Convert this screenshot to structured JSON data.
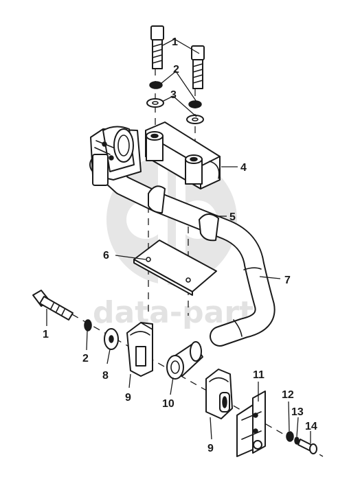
{
  "watermark": {
    "text": "data-parts",
    "color": "#e2e2e2"
  },
  "callouts": {
    "c1_top": "1",
    "c2_top": "2",
    "c3_top": "3",
    "c4": "4",
    "c5": "5",
    "c6": "6",
    "c7": "7",
    "c1_bottom": "1",
    "c2_bottom": "2",
    "c8": "8",
    "c9_left": "9",
    "c10": "10",
    "c9_right": "9",
    "c11": "11",
    "c12": "12",
    "c13": "13",
    "c14": "14"
  }
}
